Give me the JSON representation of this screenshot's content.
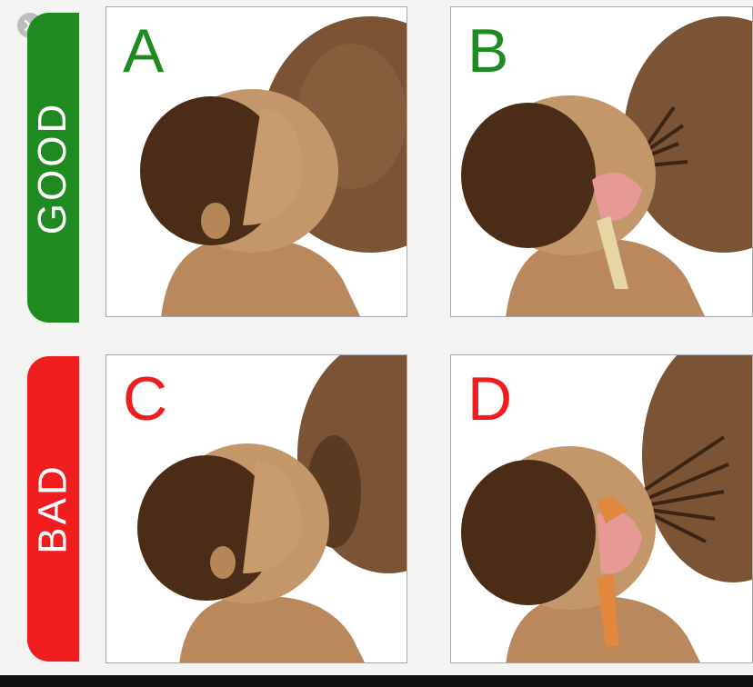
{
  "sections": {
    "good": {
      "label": "GOOD",
      "color": "#1f8a1f"
    },
    "bad": {
      "label": "BAD",
      "color": "#ef1d1d"
    }
  },
  "panels": [
    {
      "letter": "A",
      "group": "good"
    },
    {
      "letter": "B",
      "group": "good"
    },
    {
      "letter": "C",
      "group": "bad"
    },
    {
      "letter": "D",
      "group": "bad"
    }
  ],
  "icons": {
    "close": "close-icon"
  }
}
